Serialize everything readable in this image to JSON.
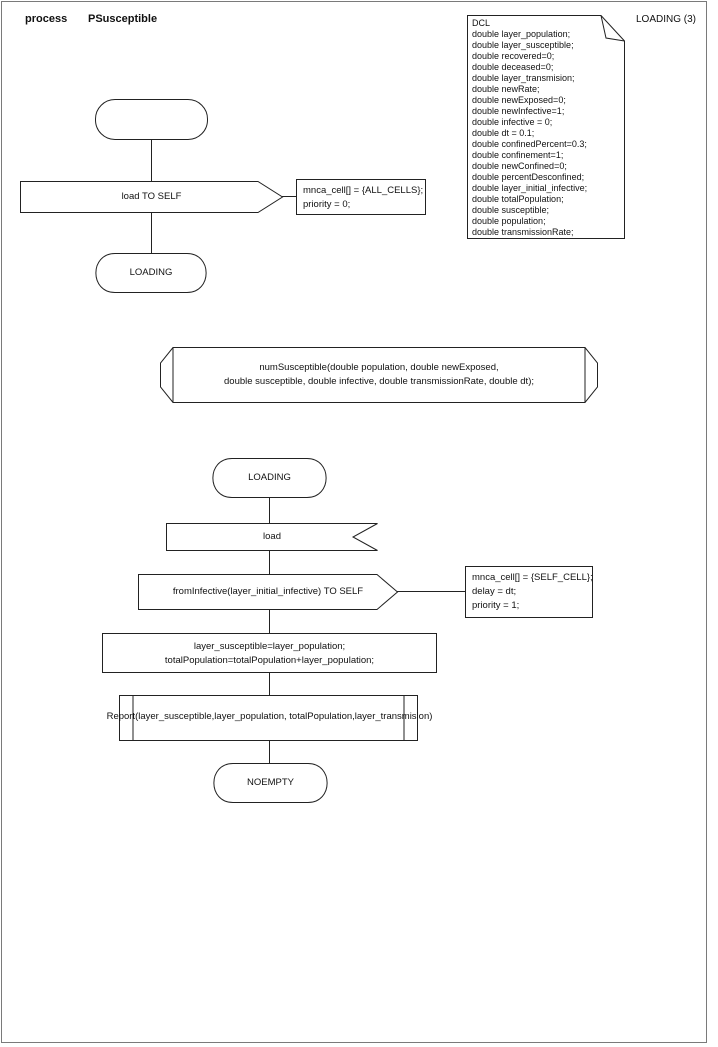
{
  "page": {
    "kind_label": "process",
    "name_label": "PSusceptible",
    "corner_label": "LOADING (3)"
  },
  "dcl_note": {
    "text": "DCL\ndouble layer_population;\ndouble layer_susceptible;\ndouble recovered=0;\ndouble deceased=0;\ndouble layer_transmision;\ndouble newRate;\ndouble newExposed=0;\ndouble newInfective=1;\ndouble infective = 0;\ndouble dt = 0.1;\ndouble confinedPercent=0.3;\ndouble confinement=1;\ndouble newConfined=0;\ndouble percentDesconfined;\ndouble layer_initial_infective;\ndouble totalPopulation;\ndouble susceptible;\ndouble population;\ndouble transmissionRate;"
  },
  "flow1": {
    "output_label": "load TO SELF",
    "comment_text": "mnca_cell[] = {ALL_CELLS};\npriority = 0;",
    "state_label": "LOADING"
  },
  "procedure_declaration": {
    "text": "numSusceptible(double population, double newExposed,\ndouble susceptible, double infective, double transmissionRate, double dt);"
  },
  "flow2": {
    "state_label": "LOADING",
    "input_label": "load",
    "output_label": "fromInfective(layer_initial_infective) TO SELF",
    "comment_text": "mnca_cell[] = {SELF_CELL};\ndelay = dt;\npriority = 1;",
    "task_text": "layer_susceptible=layer_population;\ntotalPopulation=totalPopulation+layer_population;",
    "report_text": "Report(layer_susceptible,layer_population, totalPopulation,layer_transmision)",
    "end_state_label": "NOEMPTY"
  },
  "colors": {
    "stroke": "#222222",
    "frame": "#7a7a7a",
    "background": "#ffffff"
  }
}
